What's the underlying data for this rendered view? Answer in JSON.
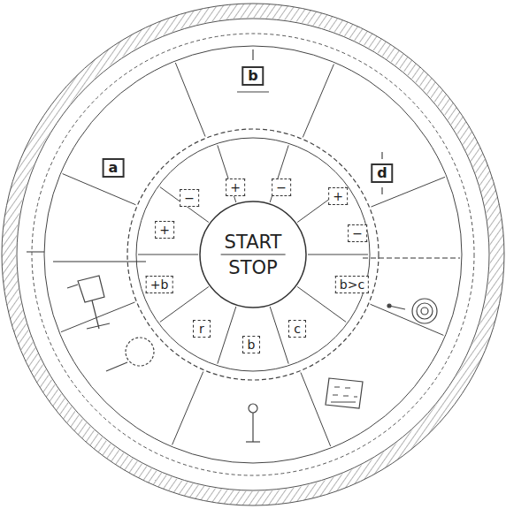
{
  "diagram": {
    "nodes": [
      {
        "text": [
          "START",
          "STOP"
        ]
      },
      {
        "text": [
          "b"
        ]
      },
      {
        "text": [
          "a"
        ]
      },
      {
        "text": [
          "d"
        ]
      },
      {
        "text": [
          "+"
        ]
      },
      {
        "text": [
          "−"
        ]
      },
      {
        "text": [
          "+"
        ]
      },
      {
        "text": [
          "−"
        ]
      },
      {
        "text": [
          "−"
        ]
      },
      {
        "text": [
          "+"
        ]
      },
      {
        "text": [
          "+b"
        ]
      },
      {
        "text": [
          "b>c"
        ]
      },
      {
        "text": [
          "r"
        ]
      },
      {
        "text": [
          "b"
        ]
      },
      {
        "text": [
          "c"
        ]
      }
    ]
  }
}
